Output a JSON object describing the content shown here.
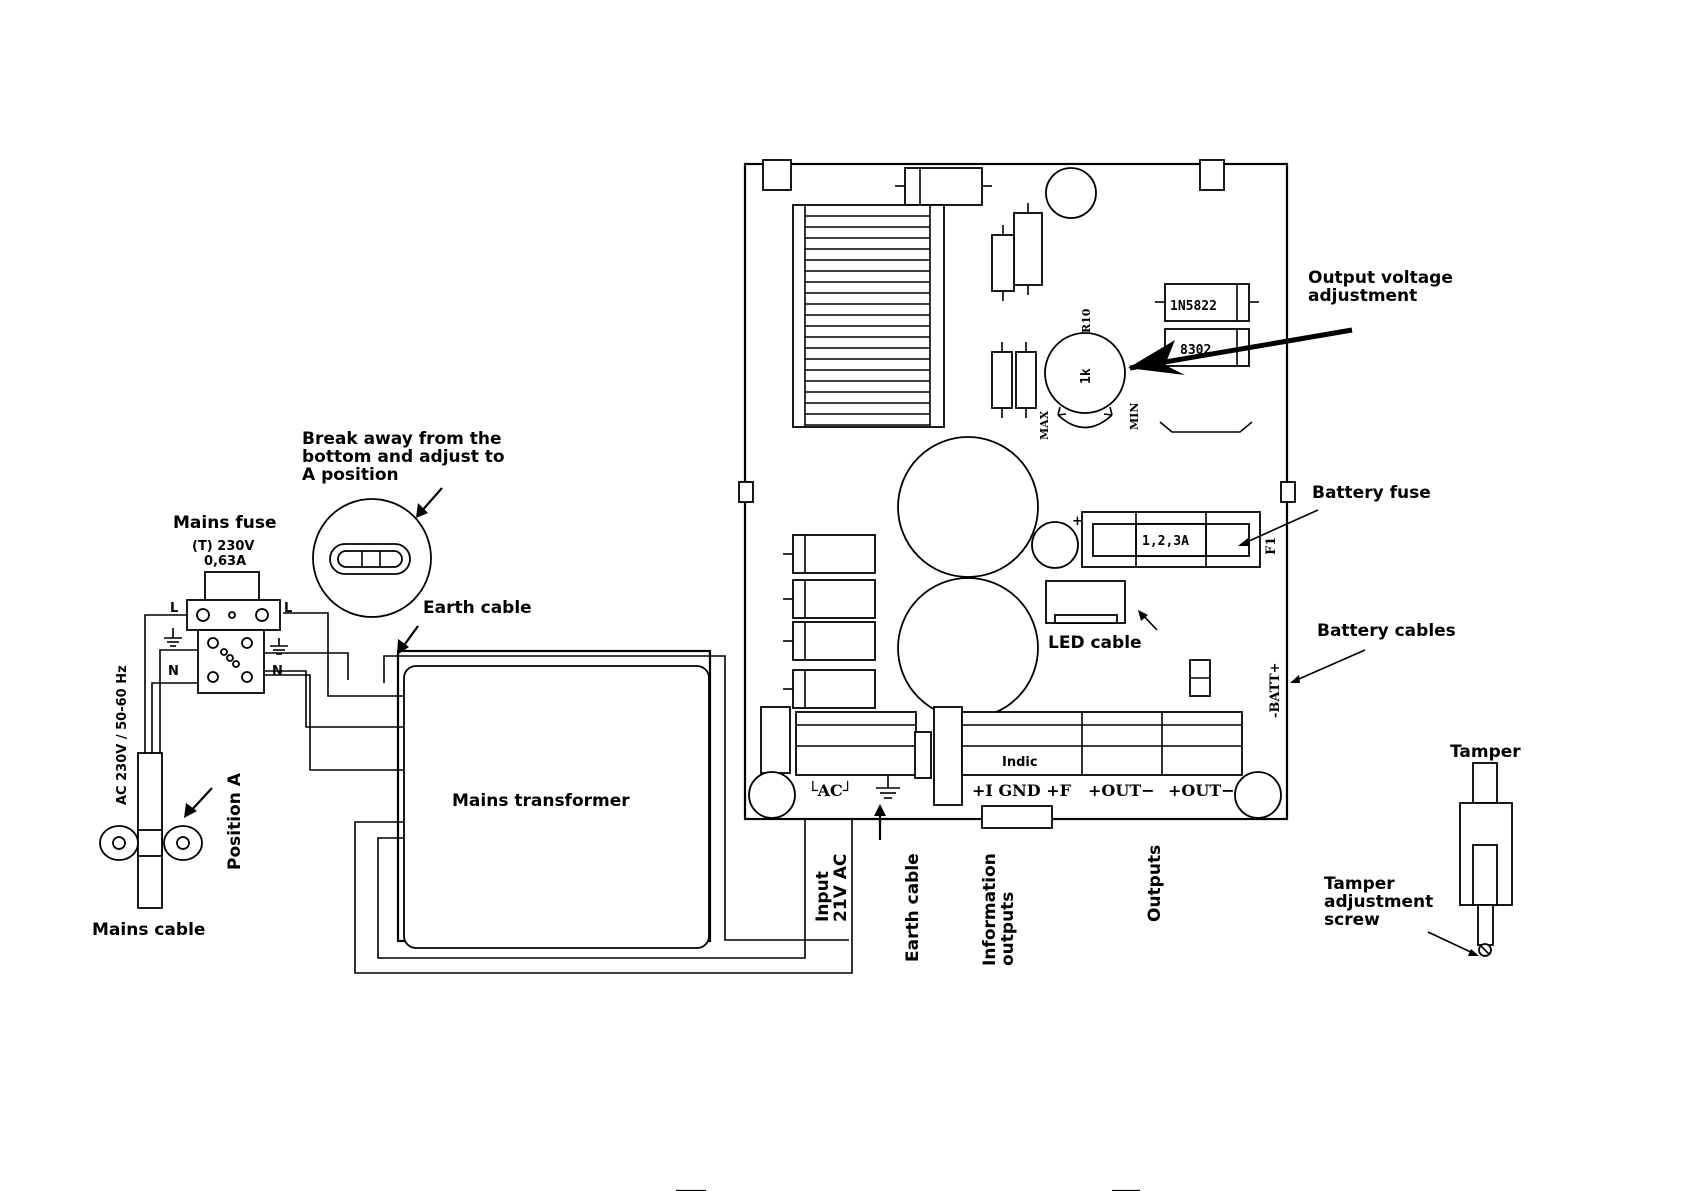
{
  "labels": {
    "output_voltage_1": "Output voltage",
    "output_voltage_2": "adjustment",
    "break_away_1": "Break away from the",
    "break_away_2": "bottom and adjust to",
    "break_away_3": "A position",
    "mains_fuse": "Mains fuse",
    "mains_fuse_rating_1": "(T) 230V",
    "mains_fuse_rating_2": "0,63A",
    "earth_cable_top": "Earth cable",
    "battery_fuse": "Battery fuse",
    "battery_cables": "Battery cables",
    "led_cable": "LED cable",
    "tamper": "Tamper",
    "tamper_adj_1": "Tamper",
    "tamper_adj_2": "adjustment",
    "tamper_adj_3": "screw",
    "mains_transformer": "Mains transformer",
    "mains_cable": "Mains cable",
    "ac_input_spec": "AC 230V / 50-60 Hz",
    "position_a": "Position A",
    "input_1": "Input",
    "input_2": "21V AC",
    "earth_cable_bottom": "Earth cable",
    "info_outputs_1": "Information",
    "info_outputs_2": "outputs",
    "outputs": "Outputs"
  },
  "board": {
    "diode_1": "1N5822",
    "diode_2": "8302",
    "pot_ref": "R10",
    "pot_value": "1k",
    "pot_max": "MAX",
    "pot_min": "MIN",
    "fuse_value": "1,2,3A",
    "fuse_ref": "F1",
    "batt_label": "-BATT+",
    "indic": "Indic",
    "terminal_ac": "└AC┘",
    "terminal_info": "+I GND +F",
    "terminal_out1": "+OUT−",
    "terminal_out2": "+OUT−"
  },
  "mains_terminal": {
    "l_left": "L",
    "l_right": "L",
    "n_left": "N",
    "n_right": "N"
  }
}
